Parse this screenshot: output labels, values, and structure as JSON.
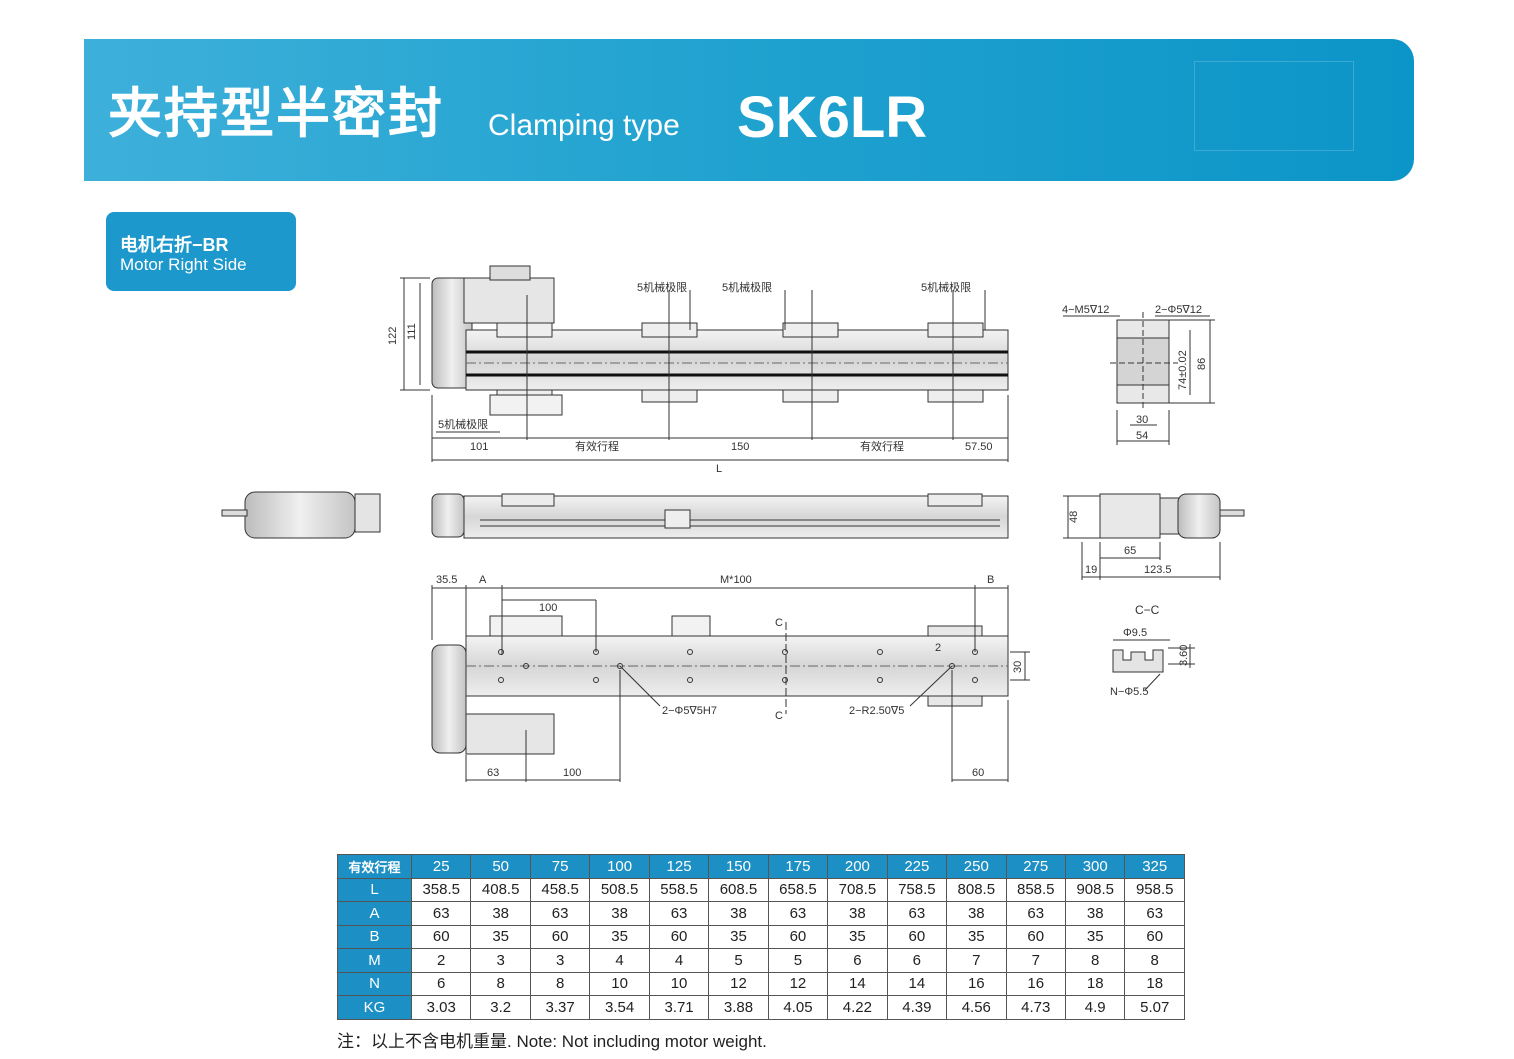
{
  "header": {
    "title_cn": "夹持型半密封",
    "title_en": "Clamping type",
    "model": "SK6LR"
  },
  "badge": {
    "cn": "电机右折−BR",
    "en": "Motor Right Side"
  },
  "drawing_labels": {
    "limit": "5机械极限",
    "eff_stroke": "有效行程",
    "d122": "122",
    "d111": "111",
    "d101": "101",
    "d150": "150",
    "d5750": "57.50",
    "L": "L",
    "side_holes1": "4−M5∇12",
    "side_holes2": "2−Φ5∇12",
    "d74": "74±0.02",
    "d86": "86",
    "d30": "30",
    "d54": "54",
    "d48": "48",
    "d65": "65",
    "d19": "19",
    "d1235": "123.5",
    "d355": "35.5",
    "A": "A",
    "M100": "M*100",
    "B": "B",
    "d100": "100",
    "C": "C",
    "d2": "2",
    "hole1": "2−Φ5∇5H7",
    "hole2": "2−R2.50∇5",
    "d63": "63",
    "d60": "60",
    "cc": "C−C",
    "d95": "Φ9.5",
    "d360": "3.60",
    "n55": "N−Φ5.5"
  },
  "table": {
    "corner": "有效行程",
    "strokes": [
      "25",
      "50",
      "75",
      "100",
      "125",
      "150",
      "175",
      "200",
      "225",
      "250",
      "275",
      "300",
      "325"
    ],
    "rows": [
      {
        "label": "L",
        "values": [
          "358.5",
          "408.5",
          "458.5",
          "508.5",
          "558.5",
          "608.5",
          "658.5",
          "708.5",
          "758.5",
          "808.5",
          "858.5",
          "908.5",
          "958.5"
        ]
      },
      {
        "label": "A",
        "values": [
          "63",
          "38",
          "63",
          "38",
          "63",
          "38",
          "63",
          "38",
          "63",
          "38",
          "63",
          "38",
          "63"
        ]
      },
      {
        "label": "B",
        "values": [
          "60",
          "35",
          "60",
          "35",
          "60",
          "35",
          "60",
          "35",
          "60",
          "35",
          "60",
          "35",
          "60"
        ]
      },
      {
        "label": "M",
        "values": [
          "2",
          "3",
          "3",
          "4",
          "4",
          "5",
          "5",
          "6",
          "6",
          "7",
          "7",
          "8",
          "8"
        ]
      },
      {
        "label": "N",
        "values": [
          "6",
          "8",
          "8",
          "10",
          "10",
          "12",
          "12",
          "14",
          "14",
          "16",
          "16",
          "18",
          "18"
        ]
      },
      {
        "label": "KG",
        "values": [
          "3.03",
          "3.2",
          "3.37",
          "3.54",
          "3.71",
          "3.88",
          "4.05",
          "4.22",
          "4.39",
          "4.56",
          "4.73",
          "4.9",
          "5.07"
        ]
      }
    ]
  },
  "note": "注：以上不含电机重量. Note: Not including motor weight."
}
